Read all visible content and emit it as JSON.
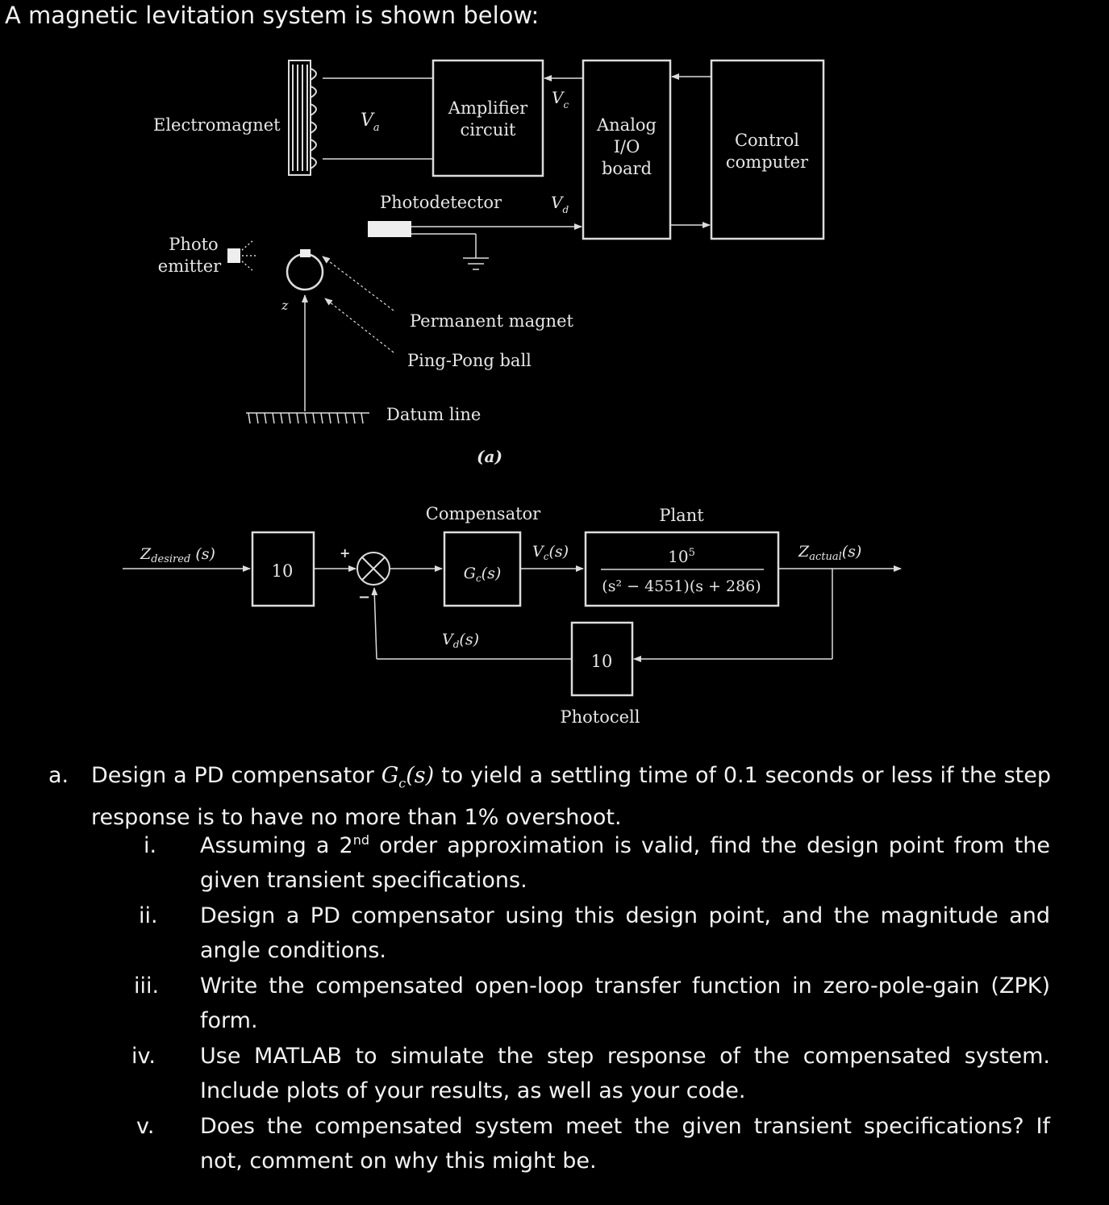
{
  "heading": "A magnetic levitation system is shown below:",
  "figure_a": {
    "electromagnet": "Electromagnet",
    "va": "V",
    "va_sub": "a",
    "amplifier_line1": "Amplifier",
    "amplifier_line2": "circuit",
    "vc": "V",
    "vc_sub": "c",
    "analog_line1": "Analog",
    "analog_line2": "I/O",
    "analog_line3": "board",
    "control_line1": "Control",
    "control_line2": "computer",
    "photodetector": "Photodetector",
    "vd": "V",
    "vd_sub": "d",
    "photo_line1": "Photo",
    "photo_line2": "emitter",
    "z_axis": "z",
    "permanent_magnet": "Permanent magnet",
    "ping_pong": "Ping-Pong ball",
    "datum": "Datum line",
    "caption": "(a)"
  },
  "block_diagram": {
    "input_label": "Z",
    "input_sub": "desired",
    "input_s": " (s)",
    "prefilter_gain": "10",
    "plus": "+",
    "minus": "−",
    "compensator_title": "Compensator",
    "compensator_block": "G",
    "compensator_sub": "c",
    "compensator_s": "(s)",
    "vc_label": "V",
    "vc_sub": "c",
    "vc_s": "(s)",
    "plant_title": "Plant",
    "plant_num": "10",
    "plant_num_exp": "5",
    "plant_den": "(s² − 4551)(s + 286)",
    "output_label": "Z",
    "output_sub": "actual",
    "output_s": "(s)",
    "vd_label": "V",
    "vd_sub": "d",
    "vd_s": "(s)",
    "photocell_gain": "10",
    "photocell_title": "Photocell"
  },
  "questions": {
    "a_marker": "a.",
    "a_pre": "Design a PD compensator ",
    "a_gc": "G",
    "a_gc_sub": "c",
    "a_gc_s": "(s)",
    "a_post": " to yield a settling time of 0.1 seconds or less if the step response is to have no more than 1% overshoot.",
    "items": [
      {
        "marker": "i.",
        "pre": "Assuming a 2",
        "sup": "nd",
        "post": " order approximation is valid, find the design point from the given transient specifications."
      },
      {
        "marker": "ii.",
        "text": "Design a PD compensator using this design point, and the magnitude and angle conditions."
      },
      {
        "marker": "iii.",
        "text": "Write the compensated open-loop transfer function in zero-pole-gain (ZPK) form."
      },
      {
        "marker": "iv.",
        "text": "Use MATLAB to simulate the step response of the compensated system. Include plots of your results, as well as your code."
      },
      {
        "marker": "v.",
        "text": "Does the compensated system meet the given transient specifications? If not, comment on why this might be."
      }
    ]
  }
}
